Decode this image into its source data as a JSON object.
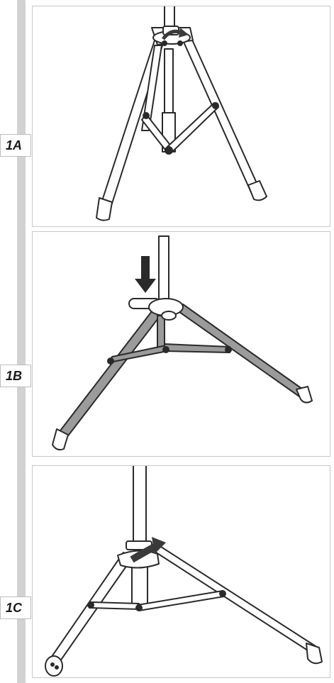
{
  "steps": [
    {
      "id": "1A",
      "label": "1A"
    },
    {
      "id": "1B",
      "label": "1B"
    },
    {
      "id": "1C",
      "label": "1C"
    }
  ],
  "colors": {
    "sidebar": "#d2d2d2",
    "panel_border": "#c8c8c8",
    "tube_fill_1A": "#ffffff",
    "tube_fill_1B": "#9b9b9b",
    "tube_fill_1C": "#ffffff",
    "arrow": "#3a3a3a",
    "outline": "#2a2a2a"
  },
  "icons": {
    "step_1A": "tripod-folded-icon",
    "step_1B": "tripod-press-down-icon",
    "step_1C": "tripod-tighten-knob-icon"
  }
}
